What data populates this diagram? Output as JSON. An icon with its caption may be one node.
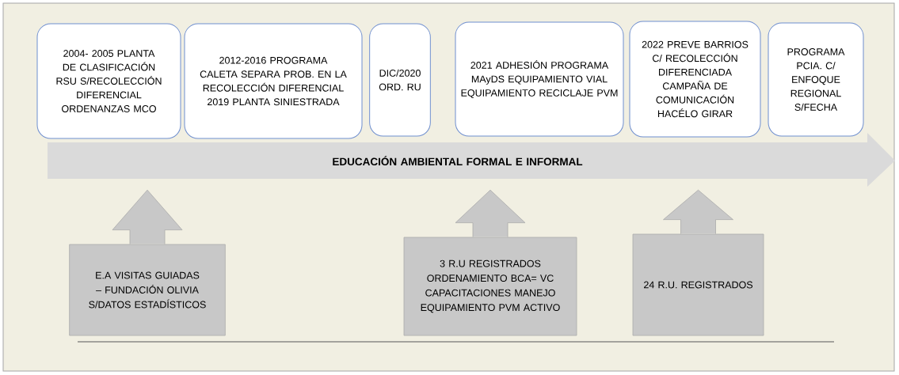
{
  "diagram": {
    "nodes": [
      {
        "text": [
          "2004- 2005 PLANTA DE CLASIFICACIÓN RSU S/RECOLECCIÓN DIFERENCIAL ORDENANZAS MCO"
        ]
      },
      {
        "text": [
          "2012-2016 PROGRAMA CALETA SEPARA PROB. EN LA RECOLECCIÓN DIFERENCIAL 2019 PLANTA SINIESTRADA"
        ]
      },
      {
        "text": [
          "DIC/2020 ORD. RU"
        ]
      },
      {
        "text": [
          "2021 ADHESIÓN PROGRAMA MAyDS EQUIPAMIENTO VIAL EQUIPAMIENTO RECICLAJE PVM"
        ]
      },
      {
        "text": [
          "2022 PREVE BARRIOS C/ RECOLECCIÓN DIFERENCIADA CAMPAÑA DE COMUNICACIÓN HACÉLO GIRAR"
        ]
      },
      {
        "text": [
          "PROGRAMA PCIA. C/ ENFOQUE REGIONAL S/FECHA"
        ]
      },
      {
        "text": [
          "EDUCACIÓN AMBIENTAL FORMAL E INFORMAL"
        ]
      },
      {
        "text": [
          "E.A VISITAS GUIADAS – FUNDACIÓN OLIVIA S/DATOS ESTADÍSTICOS"
        ]
      },
      {
        "text": [
          "3 R.U REGISTRADOS ORDENAMIENTO BCA= VC CAPACITACIONES MANEJO EQUIPAMIENTO PVM ACTIVO"
        ]
      },
      {
        "text": [
          "24 R.U. REGISTRADOS"
        ]
      }
    ],
    "edges": [
      {
        "from": 7,
        "to": 6,
        "arrow": "to"
      },
      {
        "from": 8,
        "to": 6,
        "arrow": "to"
      },
      {
        "from": 9,
        "to": 6,
        "arrow": "to"
      }
    ]
  }
}
